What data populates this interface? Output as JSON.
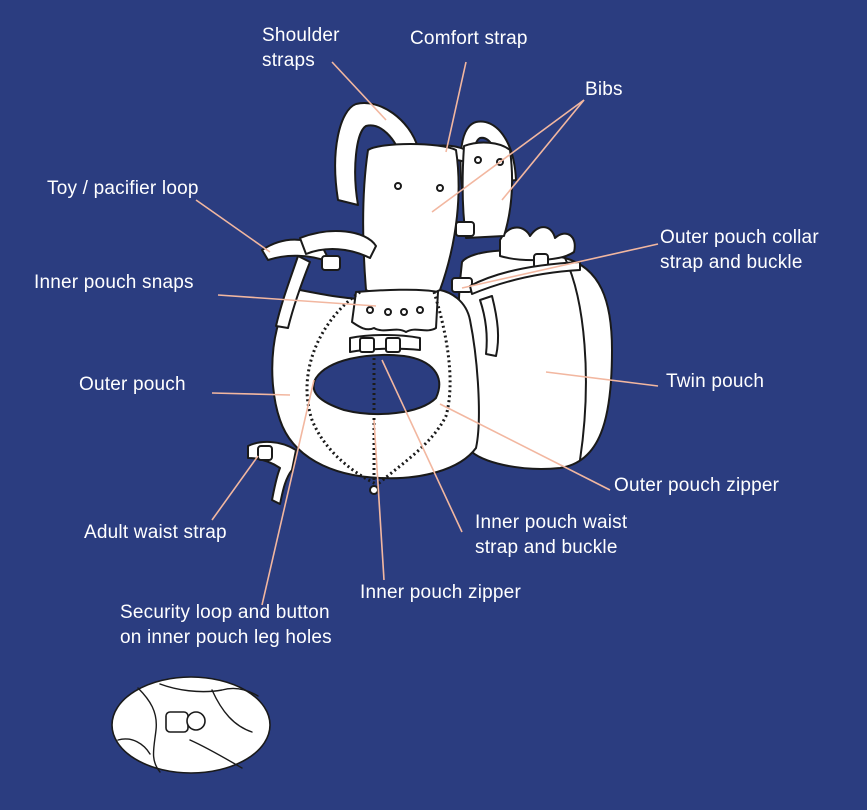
{
  "colors": {
    "background": "#2b3d80",
    "leader": "#f2b7a0",
    "outline": "#1a1a1a",
    "fill": "#ffffff"
  },
  "labels": {
    "shoulder_straps": [
      "Shoulder",
      "straps"
    ],
    "comfort_strap": "Comfort strap",
    "bibs": "Bibs",
    "toy_pacifier_loop": "Toy / pacifier loop",
    "outer_pouch_collar": [
      "Outer pouch collar",
      "strap and buckle"
    ],
    "inner_pouch_snaps": "Inner pouch snaps",
    "outer_pouch": "Outer pouch",
    "twin_pouch": "Twin pouch",
    "outer_pouch_zipper": "Outer pouch zipper",
    "inner_pouch_waist": [
      "Inner pouch waist",
      "strap and buckle"
    ],
    "adult_waist_strap": "Adult waist strap",
    "inner_pouch_zipper": "Inner pouch zipper",
    "security_loop": [
      "Security loop and button",
      "on inner pouch leg holes"
    ]
  },
  "icons": {
    "carrier": "baby-carrier-illustration",
    "detail": "security-loop-detail-illustration"
  }
}
